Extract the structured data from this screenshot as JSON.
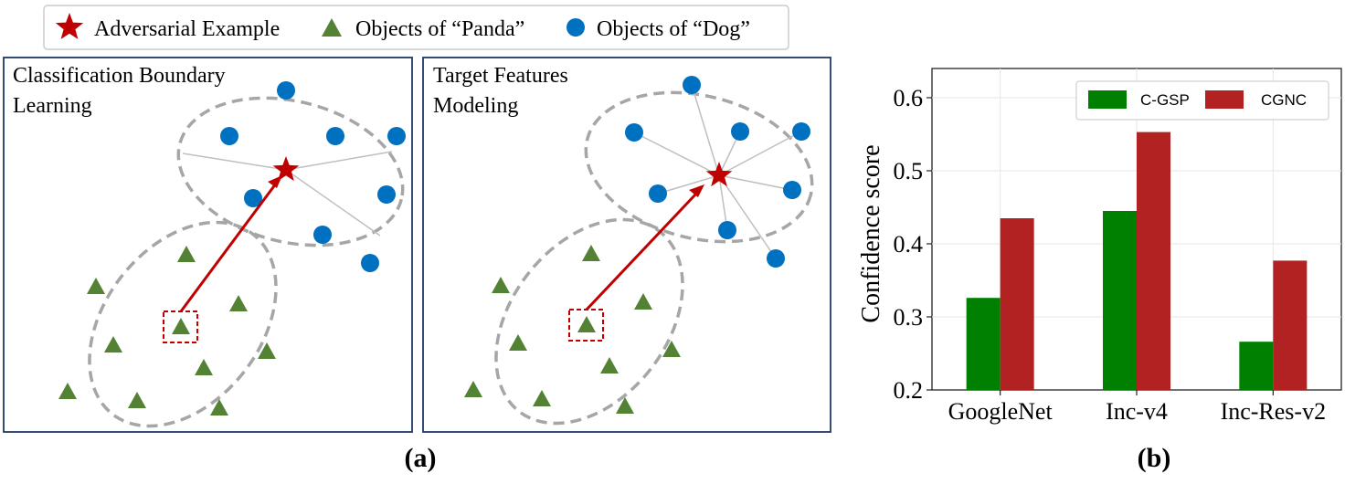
{
  "legend": {
    "items": [
      {
        "label": "Adversarial Example",
        "marker": "star",
        "color": "#c00000"
      },
      {
        "label": "Objects of “Panda”",
        "marker": "triangle",
        "color": "#548235"
      },
      {
        "label": "Objects of “Dog”",
        "marker": "circle",
        "color": "#0070c0"
      }
    ]
  },
  "panels": [
    {
      "title_line1": "Classification Boundary",
      "title_line2": "Learning"
    },
    {
      "title_line1": "Target Features",
      "title_line2": "Modeling"
    }
  ],
  "captions": {
    "a": "(a)",
    "b": "(b)"
  },
  "colors": {
    "star": "#c00000",
    "triangle": "#548235",
    "circle": "#0070c0",
    "cgsp": "#008000",
    "cgnc": "#b22222",
    "frame": "#1f3864",
    "ellipse": "#a6a6a6"
  },
  "chart_data": {
    "type": "bar",
    "categories": [
      "GoogleNet",
      "Inc-v4",
      "Inc-Res-v2"
    ],
    "series": [
      {
        "name": "C-GSP",
        "values": [
          0.326,
          0.445,
          0.266
        ],
        "color": "#008000"
      },
      {
        "name": "CGNC",
        "values": [
          0.435,
          0.553,
          0.377
        ],
        "color": "#b22222"
      }
    ],
    "ylabel": "Confidence score",
    "xlabel": "",
    "ylim": [
      0.2,
      0.64
    ],
    "yticks": [
      0.2,
      0.3,
      0.4,
      0.5,
      0.6
    ],
    "ytick_labels": [
      "0.2",
      "0.3",
      "0.4",
      "0.5",
      "0.6"
    ],
    "grid": true,
    "legend_position": "top-right"
  }
}
